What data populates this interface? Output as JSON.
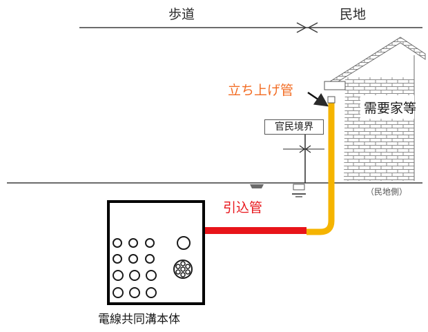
{
  "labels": {
    "sidewalk": "歩道",
    "private_land": "民地",
    "riser_pipe": "立ち上げ管",
    "customer": "需要家等",
    "boundary": "官民境界",
    "private_side": "（民地側）",
    "service_pipe": "引込管",
    "trench_body": "電線共同溝本体"
  },
  "colors": {
    "riser": "#f5b400",
    "service_pipe": "#e8141a",
    "riser_label": "#f26b22",
    "service_label": "#e8141a",
    "line": "#3a3a3a"
  },
  "icons": {
    "house": "brick-house-icon",
    "conduit": "conduit-circle-icon",
    "cable_bundle": "cable-bundle-icon"
  }
}
